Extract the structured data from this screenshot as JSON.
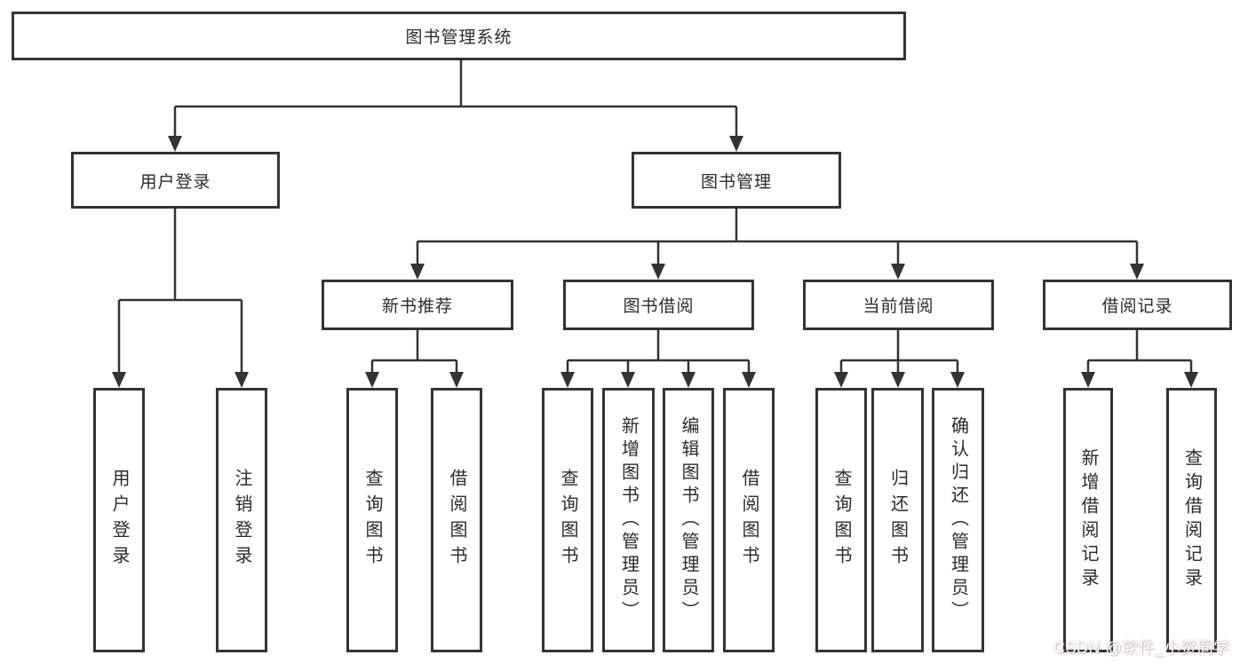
{
  "diagram": {
    "type": "hierarchy-tree",
    "colors": {
      "background": "#ffffff",
      "box_border": "#333333",
      "line": "#333333",
      "text": "#2b2b2b",
      "watermark_text": "#ffffff"
    },
    "tree": {
      "label": "图书管理系统",
      "children": [
        {
          "label": "用户登录",
          "children": [
            {
              "label": "用户登录"
            },
            {
              "label": "注销登录"
            }
          ]
        },
        {
          "label": "图书管理",
          "children": [
            {
              "label": "新书推荐",
              "children": [
                {
                  "label": "查询图书"
                },
                {
                  "label": "借阅图书"
                }
              ]
            },
            {
              "label": "图书借阅",
              "children": [
                {
                  "label": "查询图书"
                },
                {
                  "label": "新增图书（管理员）"
                },
                {
                  "label": "编辑图书（管理员）"
                },
                {
                  "label": "借阅图书"
                }
              ]
            },
            {
              "label": "当前借阅",
              "children": [
                {
                  "label": "查询图书"
                },
                {
                  "label": "归还图书"
                },
                {
                  "label": "确认归还（管理员）"
                }
              ]
            },
            {
              "label": "借阅记录",
              "children": [
                {
                  "label": "新增借阅记录"
                },
                {
                  "label": "查询借阅记录"
                }
              ]
            }
          ]
        }
      ]
    },
    "watermark": "CSDN @软件_小贺同学"
  }
}
